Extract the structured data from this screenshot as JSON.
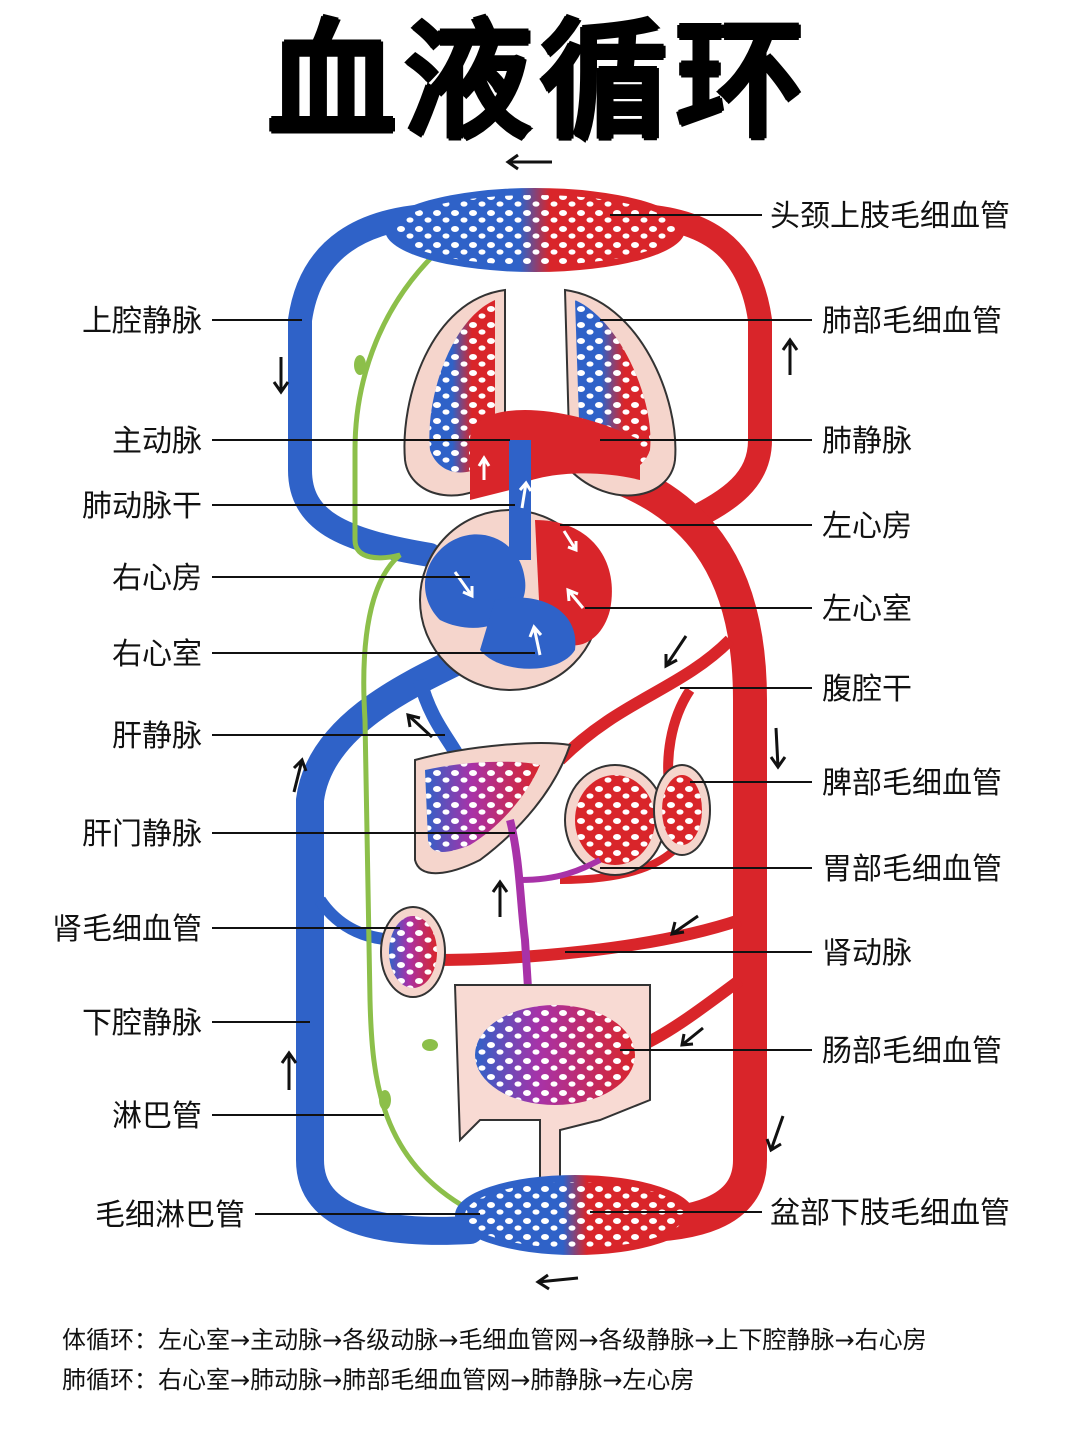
{
  "title": "血液循环",
  "labels_left": {
    "superior_vena_cava": "上腔静脉",
    "aorta": "主动脉",
    "pulmonary_trunk": "肺动脉干",
    "right_atrium": "右心房",
    "right_ventricle": "右心室",
    "hepatic_vein": "肝静脉",
    "hepatic_portal_vein": "肝门静脉",
    "renal_capillaries": "肾毛细血管",
    "inferior_vena_cava": "下腔静脉",
    "lymph_vessel": "淋巴管",
    "lymph_capillaries": "毛细淋巴管"
  },
  "labels_right": {
    "head_arm_capillaries": "头颈上肢毛细血管",
    "lung_capillaries": "肺部毛细血管",
    "pulmonary_vein": "肺静脉",
    "left_atrium": "左心房",
    "left_ventricle": "左心室",
    "celiac_trunk": "腹腔干",
    "spleen_capillaries": "脾部毛细血管",
    "stomach_capillaries": "胃部毛细血管",
    "renal_artery": "肾动脉",
    "intestine_capillaries": "肠部毛细血管",
    "pelvis_leg_capillaries": "盆部下肢毛细血管"
  },
  "summary": {
    "systemic": "体循环：左心室→主动脉→各级动脉→毛细血管网→各级静脉→上下腔静脉→右心房",
    "pulmonary": "肺循环：右心室→肺动脉→肺部毛细血管网→肺静脉→左心房"
  },
  "colors": {
    "artery": "#d9252a",
    "vein": "#2f62c8",
    "lymph": "#8cbf4a",
    "tissue": "#f5d5cc",
    "portal": "#a832a8"
  }
}
